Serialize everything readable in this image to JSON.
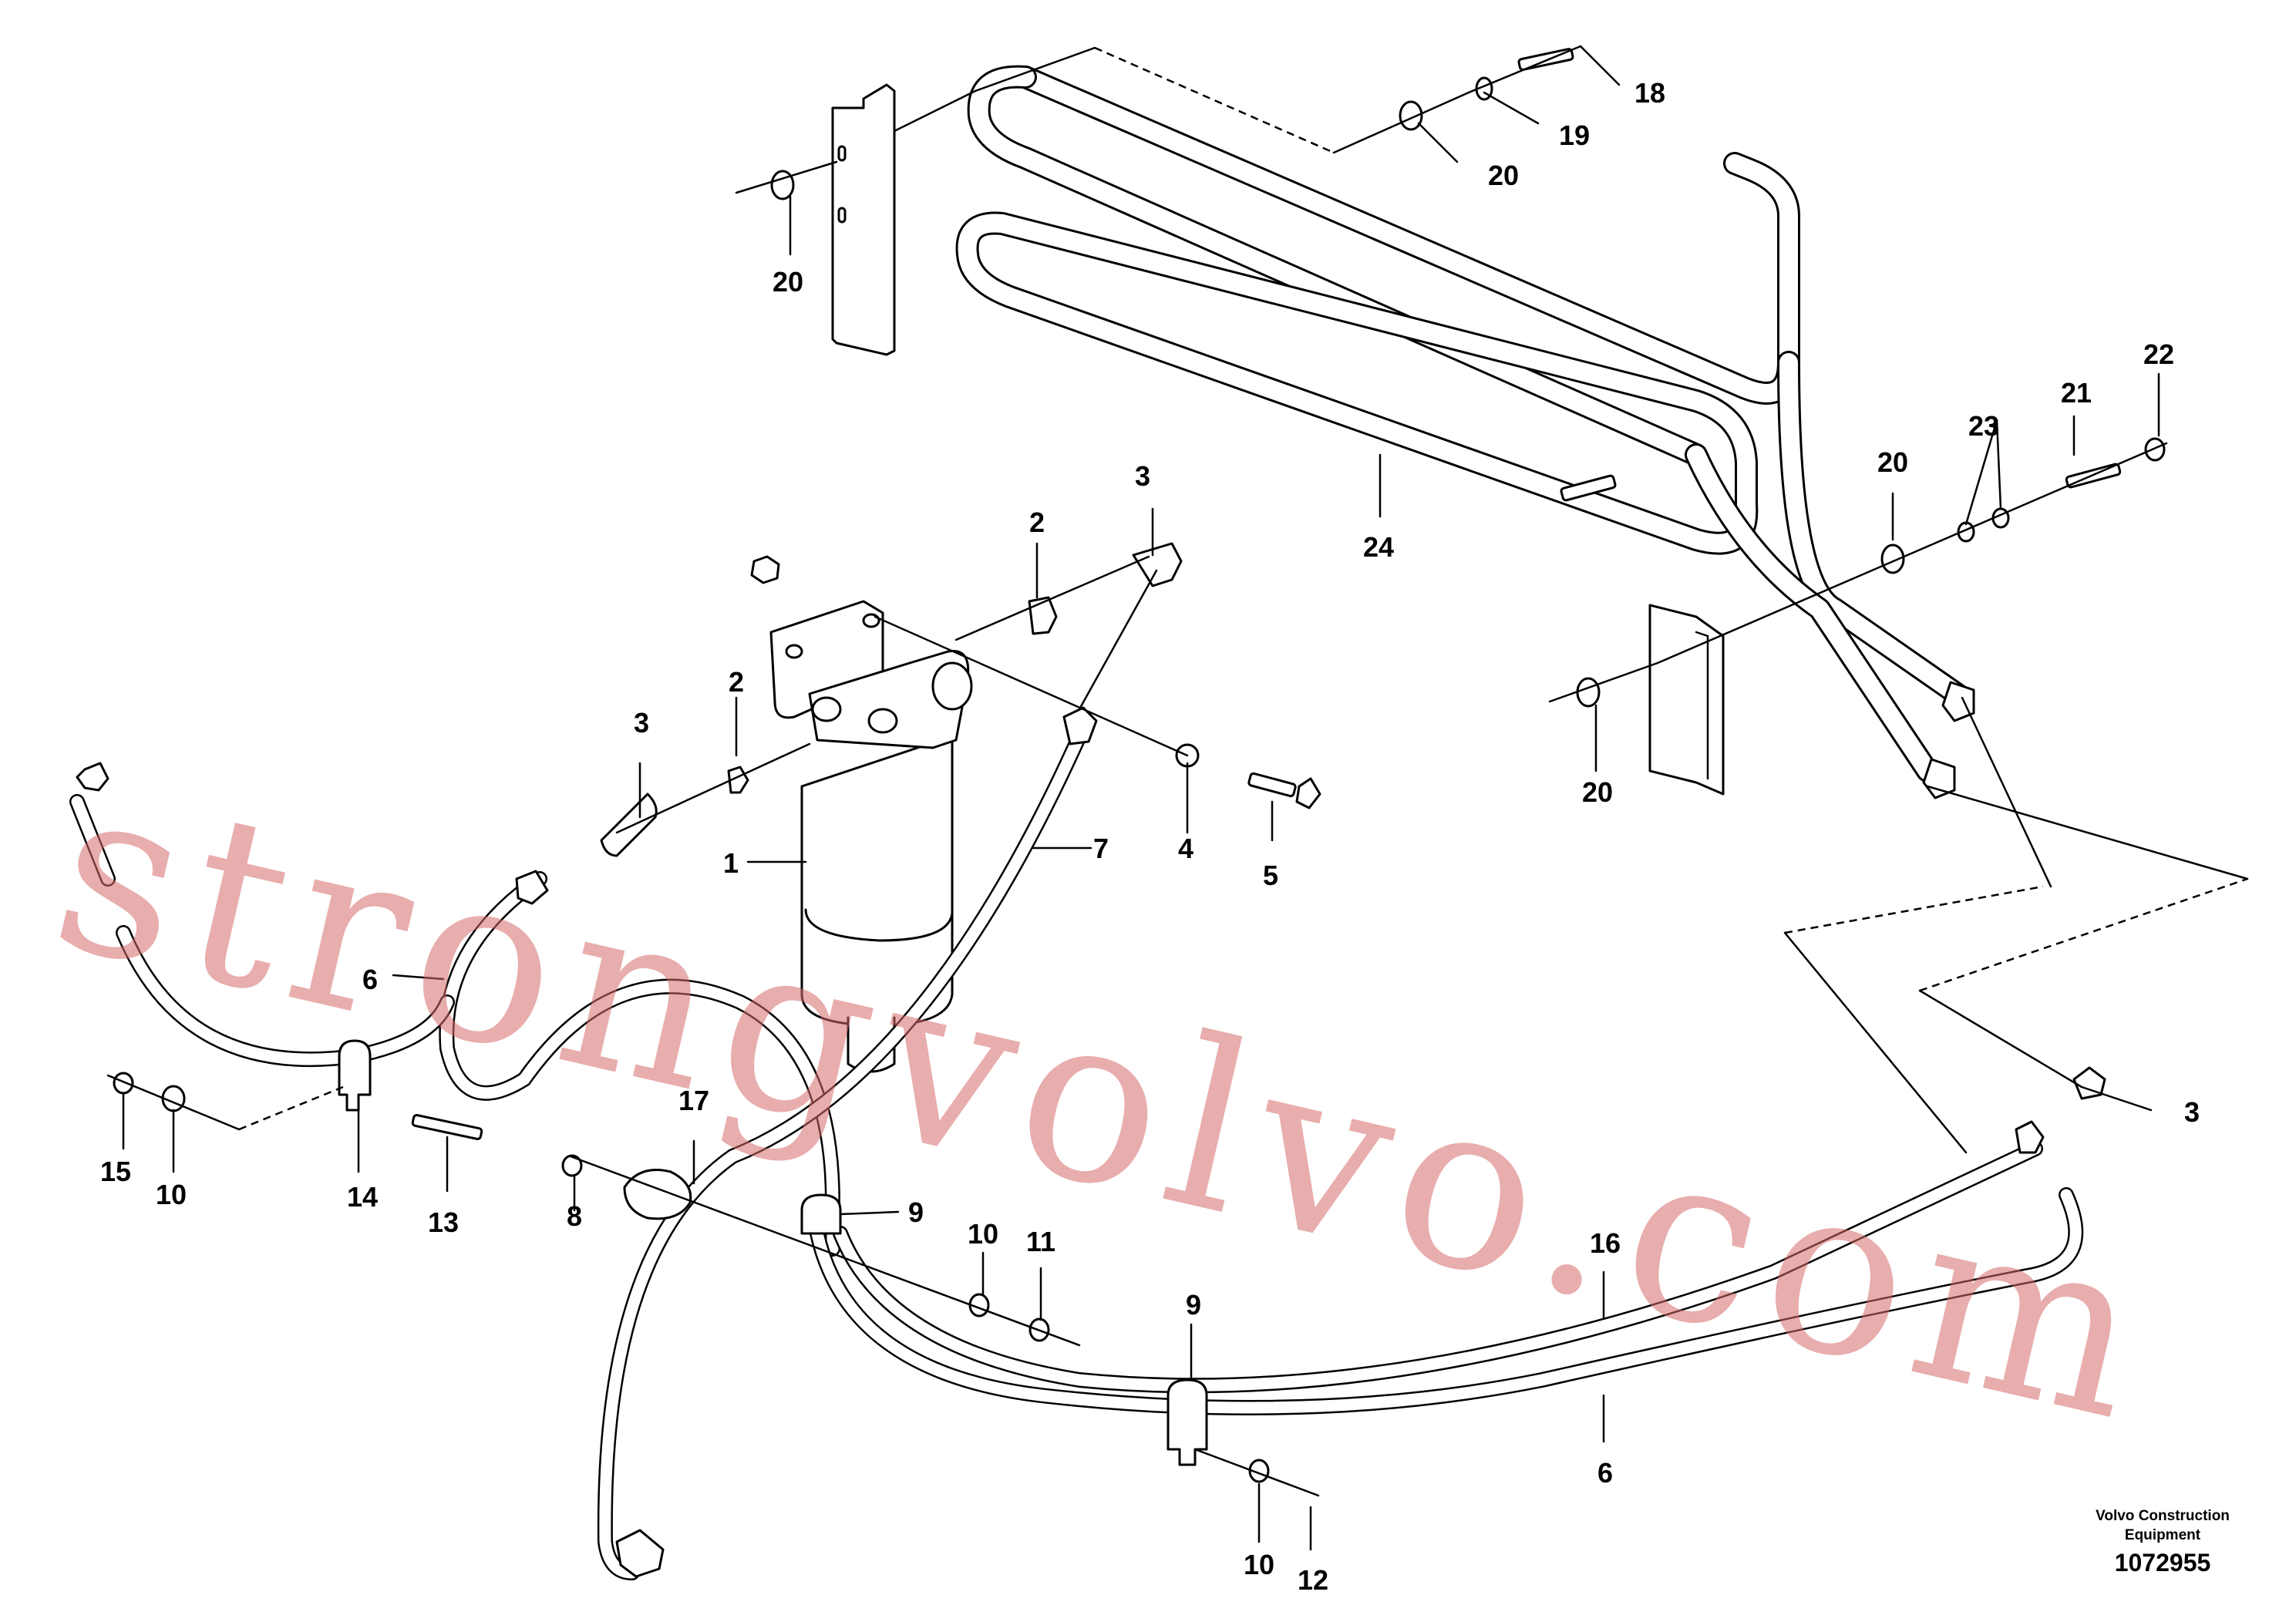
{
  "diagram": {
    "callouts": [
      "1",
      "2",
      "2",
      "3",
      "3",
      "3",
      "4",
      "5",
      "6",
      "6",
      "7",
      "8",
      "9",
      "9",
      "10",
      "10",
      "10",
      "11",
      "12",
      "13",
      "14",
      "15",
      "16",
      "17",
      "18",
      "19",
      "20",
      "20",
      "20",
      "20",
      "21",
      "22",
      "23",
      "24"
    ],
    "manufacturer_line1": "Volvo Construction",
    "manufacturer_line2": "Equipment",
    "drawing_number": "1072955",
    "watermark": "strongvolvo.com",
    "colors": {
      "line": "#000000",
      "background": "#ffffff",
      "watermark": "#d66969"
    }
  }
}
